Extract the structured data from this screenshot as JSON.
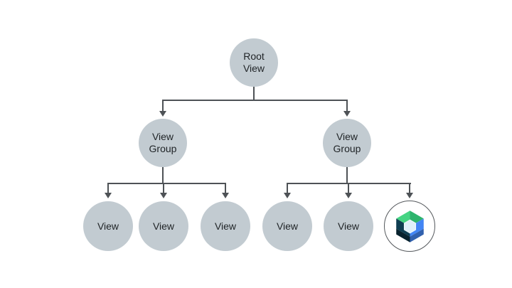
{
  "colors": {
    "background": "#ffffff",
    "node_fill": "#c2cbd1",
    "node_text": "#1f2326",
    "connector": "#4e5256",
    "logo_ring": "#54585c",
    "logo_green_light": "#45d483",
    "logo_green_dark": "#2db46c",
    "logo_blue": "#4285f4",
    "logo_blue_dark": "#3161ae",
    "logo_navy": "#0f3e52",
    "logo_navy_dark": "#08222e",
    "logo_core": "#e0f0fa",
    "logo_core_edge": "#f6fbfe"
  },
  "diagram": {
    "type": "tree",
    "nodes": {
      "root": {
        "id": "root",
        "label": "Root View"
      },
      "group_left": {
        "id": "group_left",
        "label": "View Group"
      },
      "group_right": {
        "id": "group_right",
        "label": "View Group"
      },
      "view_l1": {
        "id": "view_l1",
        "label": "View"
      },
      "view_l2": {
        "id": "view_l2",
        "label": "View"
      },
      "view_l3": {
        "id": "view_l3",
        "label": "View"
      },
      "view_r1": {
        "id": "view_r1",
        "label": "View"
      },
      "view_r2": {
        "id": "view_r2",
        "label": "View"
      },
      "compose": {
        "id": "compose",
        "label": "",
        "icon": "jetpack-compose-logo"
      }
    },
    "edges": [
      [
        "root",
        "group_left"
      ],
      [
        "root",
        "group_right"
      ],
      [
        "group_left",
        "view_l1"
      ],
      [
        "group_left",
        "view_l2"
      ],
      [
        "group_left",
        "view_l3"
      ],
      [
        "group_right",
        "view_r1"
      ],
      [
        "group_right",
        "view_r2"
      ],
      [
        "group_right",
        "compose"
      ]
    ],
    "icons": {
      "arrowhead": "▼",
      "compose": "jetpack-compose-cube"
    }
  }
}
